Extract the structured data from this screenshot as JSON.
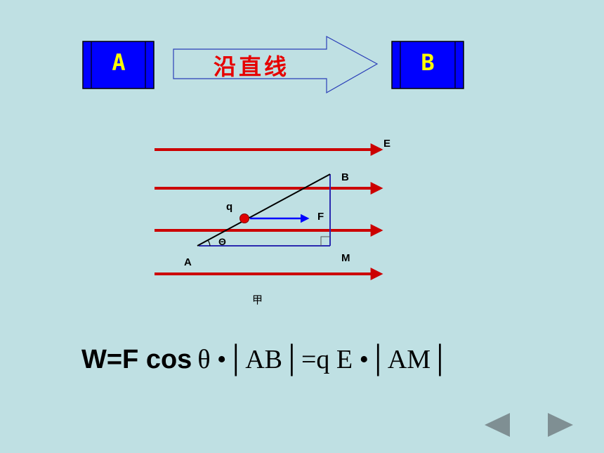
{
  "box_a": {
    "label": "A"
  },
  "box_b": {
    "label": "B"
  },
  "arrow": {
    "label": "沿直线"
  },
  "diagram": {
    "label_e": "E",
    "label_b": "B",
    "label_q": "q",
    "label_f": "F",
    "label_theta": "Θ",
    "label_a": "A",
    "label_m": "M",
    "caption": "甲"
  },
  "formula": {
    "main": "W=F cos",
    "rest": "θ •│AB│=q E  •│AM│"
  },
  "nav": {
    "prev_icon": "triangle-left-icon",
    "next_icon": "triangle-right-icon"
  },
  "colors": {
    "background": "#bfe0e3",
    "box_fill": "#0000ff",
    "box_label": "#ffff00",
    "arrow_label": "#e60000",
    "field_line": "#cc0000",
    "triangle_edge": "#2b2bb0",
    "charge": "#e00000",
    "force_arrow": "#0000ff",
    "nav_icon": "#7f8f93"
  }
}
